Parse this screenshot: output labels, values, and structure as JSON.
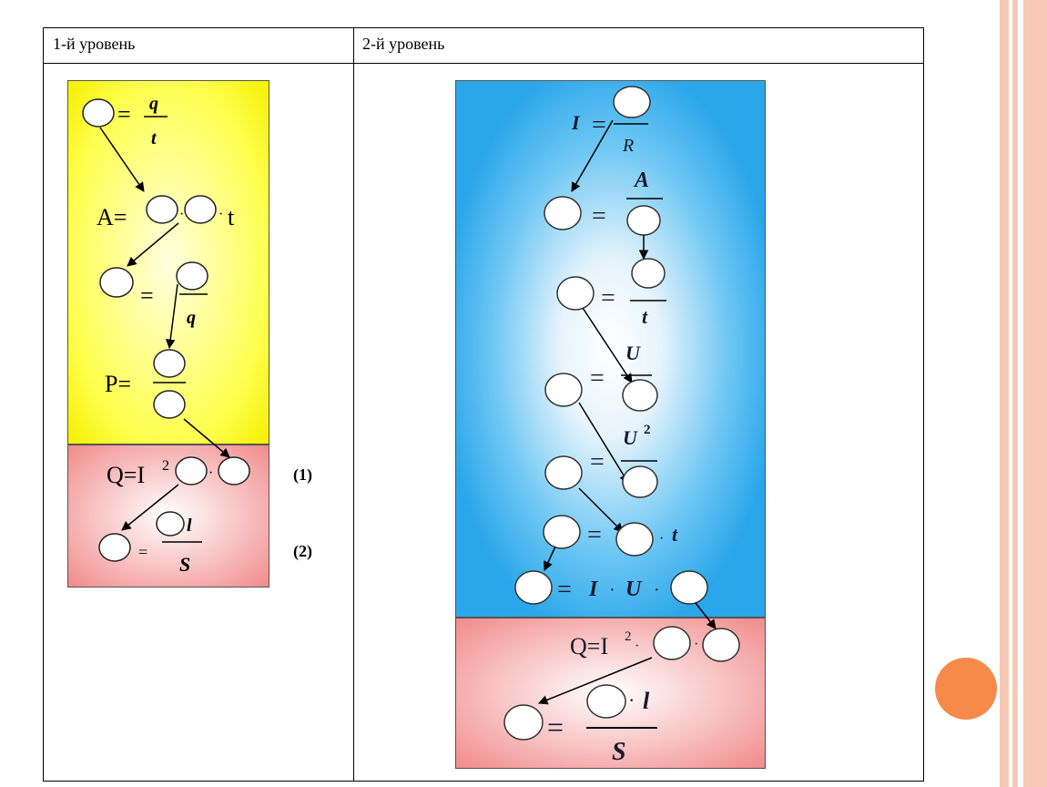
{
  "header": {
    "col1": "1-й уровень",
    "col2": "2-й уровень"
  },
  "colors": {
    "yellow_panel": "#ffff40",
    "pink_panel": "#f28a8a",
    "blue_panel": "#2aa6ea",
    "accent_orange": "#f58a4b",
    "frame_peach": "#f7c8b4"
  },
  "level1": {
    "formula1": {
      "num": "q",
      "den": "t"
    },
    "formula2": {
      "lhs": "A=",
      "suffix": "t"
    },
    "formula3": {
      "den": "q"
    },
    "formula4": {
      "lhs": "P="
    },
    "formula5": {
      "lhs": "Q=I",
      "exp": "2"
    },
    "formula6": {
      "num": "l",
      "den": "S"
    },
    "label1": "(1)",
    "label2": "(2)"
  },
  "level2": {
    "f1": {
      "lhs": "I",
      "den": "R"
    },
    "f2": {
      "num": "A"
    },
    "f3": {
      "den": "t"
    },
    "f4": {
      "num": "U"
    },
    "f5": {
      "num": "U",
      "exp": "2"
    },
    "f6": {
      "suffix": "t"
    },
    "f7": {
      "mid1": "I",
      "mid2": "U"
    },
    "f8": {
      "lhs": "Q=I",
      "exp": "2"
    },
    "f9": {
      "num": "l",
      "den": "S"
    }
  },
  "icons": [
    "circle-placeholder-icon",
    "arrow-icon",
    "orange-circle-icon"
  ]
}
